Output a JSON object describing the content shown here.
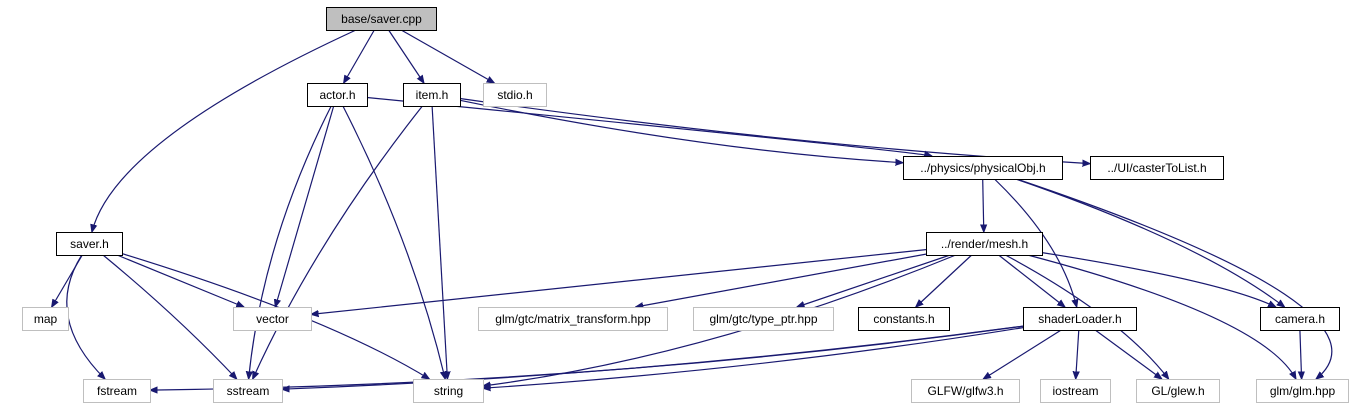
{
  "graph": {
    "nodes": [
      {
        "id": "saver_cpp",
        "label": "base/saver.cpp",
        "kind": "root"
      },
      {
        "id": "actor_h",
        "label": "actor.h",
        "kind": "local"
      },
      {
        "id": "item_h",
        "label": "item.h",
        "kind": "local"
      },
      {
        "id": "stdio_h",
        "label": "stdio.h",
        "kind": "system"
      },
      {
        "id": "physicalObj_h",
        "label": "../physics/physicalObj.h",
        "kind": "local"
      },
      {
        "id": "casterToList_h",
        "label": "../UI/casterToList.h",
        "kind": "local"
      },
      {
        "id": "saver_h",
        "label": "saver.h",
        "kind": "local"
      },
      {
        "id": "mesh_h",
        "label": "../render/mesh.h",
        "kind": "local"
      },
      {
        "id": "map",
        "label": "map",
        "kind": "system"
      },
      {
        "id": "vector",
        "label": "vector",
        "kind": "system"
      },
      {
        "id": "matrix_transform",
        "label": "glm/gtc/matrix_transform.hpp",
        "kind": "system"
      },
      {
        "id": "type_ptr",
        "label": "glm/gtc/type_ptr.hpp",
        "kind": "system"
      },
      {
        "id": "constants_h",
        "label": "constants.h",
        "kind": "local"
      },
      {
        "id": "shaderLoader_h",
        "label": "shaderLoader.h",
        "kind": "local"
      },
      {
        "id": "camera_h",
        "label": "camera.h",
        "kind": "local"
      },
      {
        "id": "fstream",
        "label": "fstream",
        "kind": "system"
      },
      {
        "id": "sstream",
        "label": "sstream",
        "kind": "system"
      },
      {
        "id": "string",
        "label": "string",
        "kind": "system"
      },
      {
        "id": "glfw3_h",
        "label": "GLFW/glfw3.h",
        "kind": "system"
      },
      {
        "id": "iostream",
        "label": "iostream",
        "kind": "system"
      },
      {
        "id": "glew_h",
        "label": "GL/glew.h",
        "kind": "system"
      },
      {
        "id": "glm_hpp",
        "label": "glm/glm.hpp",
        "kind": "system"
      }
    ],
    "edges": [
      [
        "saver_cpp",
        "actor_h"
      ],
      [
        "saver_cpp",
        "item_h"
      ],
      [
        "saver_cpp",
        "stdio_h"
      ],
      [
        "saver_cpp",
        "saver_h"
      ],
      [
        "actor_h",
        "physicalObj_h"
      ],
      [
        "actor_h",
        "vector"
      ],
      [
        "actor_h",
        "sstream"
      ],
      [
        "actor_h",
        "string"
      ],
      [
        "item_h",
        "physicalObj_h"
      ],
      [
        "item_h",
        "casterToList_h"
      ],
      [
        "item_h",
        "sstream"
      ],
      [
        "item_h",
        "string"
      ],
      [
        "physicalObj_h",
        "mesh_h"
      ],
      [
        "physicalObj_h",
        "shaderLoader_h"
      ],
      [
        "physicalObj_h",
        "camera_h"
      ],
      [
        "physicalObj_h",
        "glm_hpp"
      ],
      [
        "saver_h",
        "map"
      ],
      [
        "saver_h",
        "vector"
      ],
      [
        "saver_h",
        "fstream"
      ],
      [
        "saver_h",
        "sstream"
      ],
      [
        "saver_h",
        "string"
      ],
      [
        "mesh_h",
        "vector"
      ],
      [
        "mesh_h",
        "matrix_transform"
      ],
      [
        "mesh_h",
        "type_ptr"
      ],
      [
        "mesh_h",
        "constants_h"
      ],
      [
        "mesh_h",
        "shaderLoader_h"
      ],
      [
        "mesh_h",
        "camera_h"
      ],
      [
        "mesh_h",
        "string"
      ],
      [
        "mesh_h",
        "glew_h"
      ],
      [
        "mesh_h",
        "glm_hpp"
      ],
      [
        "shaderLoader_h",
        "fstream"
      ],
      [
        "shaderLoader_h",
        "sstream"
      ],
      [
        "shaderLoader_h",
        "string"
      ],
      [
        "shaderLoader_h",
        "glfw3_h"
      ],
      [
        "shaderLoader_h",
        "iostream"
      ],
      [
        "shaderLoader_h",
        "glew_h"
      ],
      [
        "camera_h",
        "glm_hpp"
      ]
    ]
  },
  "colors": {
    "edge": "#191970",
    "local_border": "#000000",
    "system_border": "#bfbfbf",
    "root_fill": "#bfbfbf",
    "text": "#000000"
  }
}
